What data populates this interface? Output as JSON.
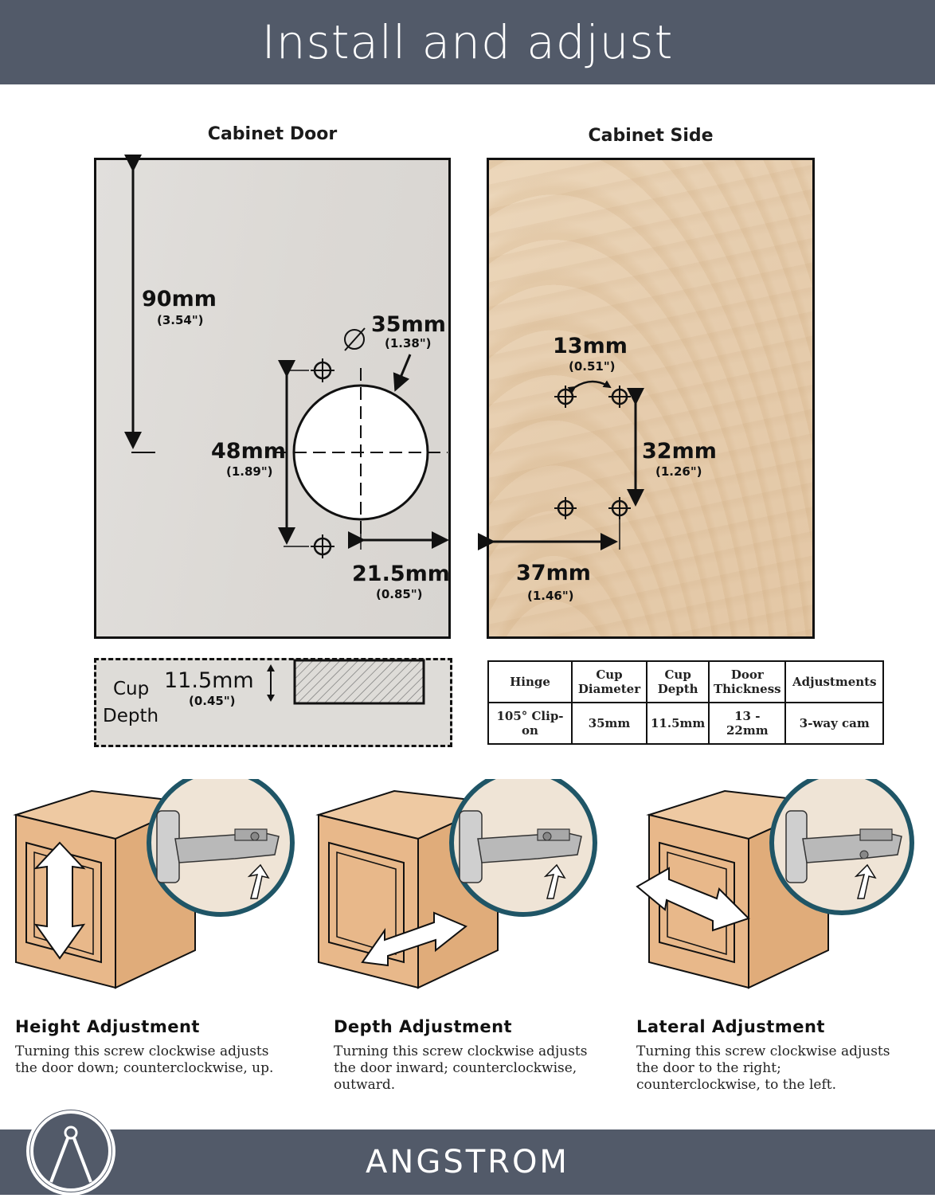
{
  "header": {
    "title": "Install and adjust"
  },
  "cabinet_door": {
    "title": "Cabinet Door",
    "height_mm": "90mm",
    "height_in": "(3.54\")",
    "cup_diameter_mm": "35mm",
    "cup_diameter_in": "(1.38\")",
    "hole_spacing_mm": "48mm",
    "hole_spacing_in": "(1.89\")",
    "edge_distance_mm": "21.5mm",
    "edge_distance_in": "(0.85\")"
  },
  "cabinet_side": {
    "title": "Cabinet Side",
    "hole_offset_mm": "13mm",
    "hole_offset_in": "(0.51\")",
    "hole_spacing_mm": "32mm",
    "hole_spacing_in": "(1.26\")",
    "edge_distance_mm": "37mm",
    "edge_distance_in": "(1.46\")"
  },
  "cup_depth": {
    "label_line1": "Cup",
    "label_line2": "Depth",
    "value_mm": "11.5mm",
    "value_in": "(0.45\")"
  },
  "spec_table": {
    "headers": [
      "Hinge",
      "Cup Diameter",
      "Cup Depth",
      "Door Thickness",
      "Adjustments"
    ],
    "row": [
      "105° Clip-on",
      "35mm",
      "11.5mm",
      "13 - 22mm",
      "3-way cam"
    ]
  },
  "adjustments": [
    {
      "title": "Height Adjustment",
      "description": "Turning this screw clockwise adjusts the door down; counterclockwise, up."
    },
    {
      "title": "Depth Adjustment",
      "description": "Turning this screw clockwise adjusts the door inward; counterclockwise, outward."
    },
    {
      "title": "Lateral Adjustment",
      "description": "Turning this screw clockwise adjusts the door to the right; counterclockwise, to the left."
    }
  ],
  "footer": {
    "brand": "ANGSTROM"
  },
  "colors": {
    "banner": "#525a69",
    "cabinet": "#e9b98a",
    "circle_border": "#1f5566",
    "wood": "#e6cdae"
  }
}
